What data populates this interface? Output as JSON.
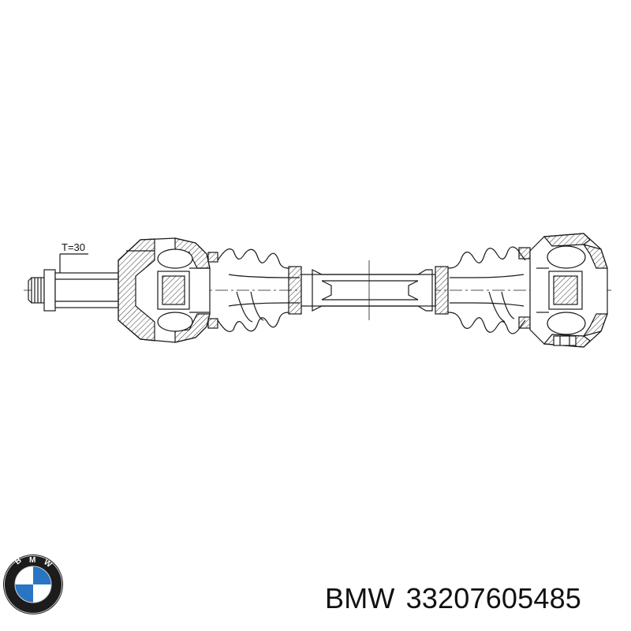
{
  "drawing": {
    "torque_label": "T=30"
  },
  "logo": {
    "lettering": "BMW",
    "colors": {
      "ring": "#000000",
      "blue": "#2a74c4",
      "white": "#ffffff"
    }
  },
  "caption": {
    "brand": "BMW",
    "part_number": "33207605485"
  }
}
